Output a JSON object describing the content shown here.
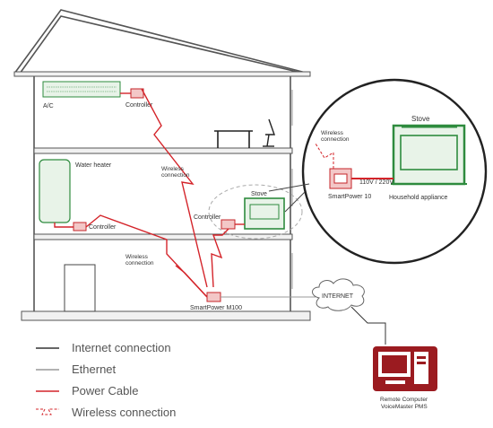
{
  "rooms": {
    "ac_label": "A/C",
    "controller_1": "Controller",
    "water_heater_label": "Water heater",
    "controller_2": "Controller",
    "controller_3": "Controller",
    "stove_label": "Stove",
    "wireless_1": "Wireless connection",
    "wireless_2": "Wireless connection",
    "smartpower_m100": "SmartPower M100"
  },
  "zoom": {
    "stove_label": "Stove",
    "wireless": "Wireless connection",
    "voltage": "110V / 220V",
    "smartpower_10": "SmartPower 10",
    "household": "Household appliance"
  },
  "internet_label": "INTERNET",
  "remote": {
    "line1": "Remote Computer",
    "line2": "VoiceMaster PMS"
  },
  "legend": [
    {
      "label": "Internet connection",
      "color": "#333333",
      "style": "solid"
    },
    {
      "label": "Ethernet",
      "color": "#999999",
      "style": "solid"
    },
    {
      "label": "Power Cable",
      "color": "#d4242a",
      "style": "solid"
    },
    {
      "label": "Wireless connection",
      "color": "#d4242a",
      "style": "dashed"
    }
  ],
  "colors": {
    "accent": "#d4242a",
    "appliance": "#2e8b3e",
    "remote_bg": "#9b1b20"
  }
}
